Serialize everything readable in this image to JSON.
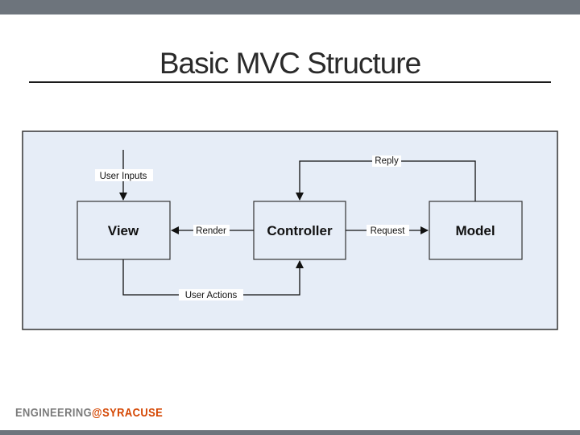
{
  "slide": {
    "title": "Basic MVC Structure"
  },
  "diagram": {
    "nodes": {
      "view": "View",
      "controller": "Controller",
      "model": "Model"
    },
    "edges": {
      "user_inputs": "User Inputs",
      "render": "Render",
      "request": "Request",
      "reply": "Reply",
      "user_actions": "User Actions"
    }
  },
  "footer": {
    "logo_part1": "ENGINEERING",
    "logo_at": "@",
    "logo_part2": "SYRACUSE"
  },
  "colors": {
    "bar": "#6d747c",
    "panel": "#e6edf7",
    "box": "#e6edf7",
    "accent": "#d44500"
  }
}
